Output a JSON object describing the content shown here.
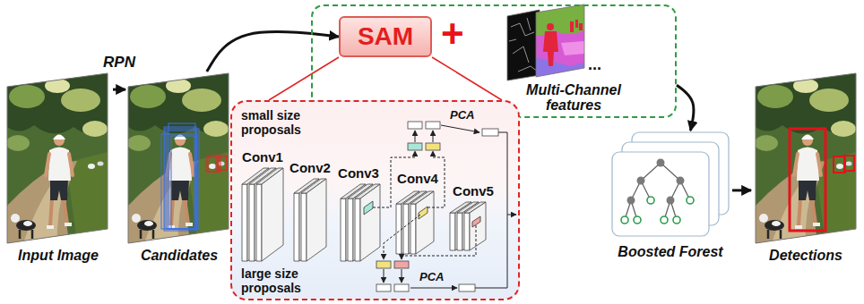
{
  "diagram": {
    "nodes": [
      {
        "text": [
          "Input Image"
        ]
      },
      {
        "text": [
          "Candidates"
        ]
      },
      {
        "text": [
          "+"
        ]
      },
      {
        "text": [
          "SAM"
        ],
        "in": 2
      },
      {
        "text": [
          "...",
          "Multi-Channel features"
        ],
        "in": 2
      },
      {
        "text": [
          "small size proposals",
          "large size proposals"
        ]
      },
      {
        "text": [
          "Conv1"
        ],
        "in": 5
      },
      {
        "text": [
          "Conv2"
        ],
        "in": 5
      },
      {
        "text": [
          "Conv3"
        ],
        "in": 5
      },
      {
        "text": [
          "Conv4"
        ],
        "in": 5
      },
      {
        "text": [
          "Conv5"
        ],
        "in": 5
      },
      {
        "text": [
          "Boosted Forest"
        ]
      },
      {
        "text": [
          "Detections"
        ]
      }
    ],
    "edges": [
      {
        "from": 0,
        "to": 1,
        "arrow": "to",
        "label": "RPN"
      },
      {
        "from": 1,
        "to": 3,
        "arrow": "to"
      },
      {
        "from": 3,
        "to": 5,
        "arrow": "none"
      },
      {
        "from": 3,
        "to": 5,
        "arrow": "none"
      },
      {
        "from": 2,
        "to": 11,
        "arrow": "to"
      },
      {
        "from": 11,
        "to": 12,
        "arrow": "to"
      }
    ],
    "labels": [
      "PCA",
      "PCA"
    ]
  }
}
